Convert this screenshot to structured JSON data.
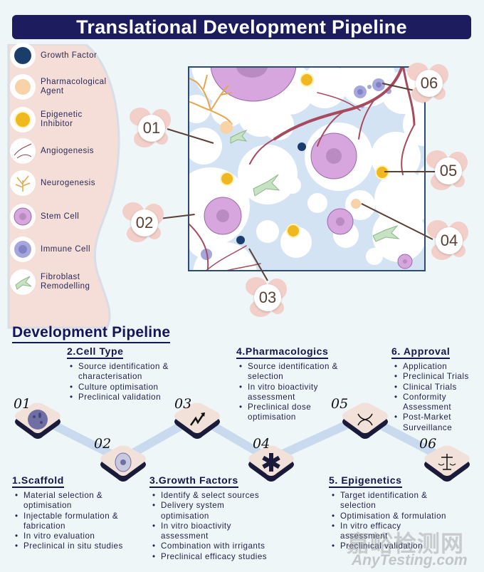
{
  "title": "Translational Development Pipeline",
  "legend": [
    {
      "label": "Growth Factor",
      "icon": "growth-factor-icon",
      "color": "#1b3d6b"
    },
    {
      "label": "Pharmacological Agent",
      "icon": "pharmacological-agent-icon",
      "color": "#f8d3a8"
    },
    {
      "label": "Epigenetic Inhibitor",
      "icon": "epigenetic-inhibitor-icon",
      "color": "#f0b820"
    },
    {
      "label": "Angiogenesis",
      "icon": "angiogenesis-icon",
      "color": "#8a3c50"
    },
    {
      "label": "Neurogenesis",
      "icon": "neurogenesis-icon",
      "color": "#e6a650"
    },
    {
      "label": "Stem Cell",
      "icon": "stem-cell-icon",
      "color": "#d7a6df"
    },
    {
      "label": "Immune Cell",
      "icon": "immune-cell-icon",
      "color": "#a4a6dc"
    },
    {
      "label": "Fibroblast Remodelling",
      "icon": "fibroblast-icon",
      "color": "#c6e2c2"
    }
  ],
  "callouts": [
    "01",
    "02",
    "03",
    "04",
    "05",
    "06"
  ],
  "pipeline": {
    "heading": "Development Pipeline",
    "stages": [
      {
        "num": "01",
        "title": "1.Scaffold",
        "icon": "scaffold-sphere-icon",
        "items": [
          "Material selection &",
          "optimisation",
          "Injectable formulation &",
          "fabrication",
          "In vitro evaluation",
          "Preclinical in situ studies"
        ],
        "bullets": [
          true,
          false,
          true,
          false,
          true,
          true
        ]
      },
      {
        "num": "02",
        "title": "2.Cell Type",
        "icon": "cell-icon",
        "items": [
          "Source identification &",
          "characterisation",
          "Culture optimisation",
          "Preclinical validation"
        ],
        "bullets": [
          true,
          false,
          true,
          true
        ]
      },
      {
        "num": "03",
        "title": "3.Growth Factors",
        "icon": "trend-up-arrow-icon",
        "items": [
          "Identify & select sources",
          "Delivery system",
          "optimisation",
          "In vitro bioactivity",
          "assessment",
          "Combination with irrigants",
          "Preclinical efficacy studies"
        ],
        "bullets": [
          true,
          true,
          false,
          true,
          false,
          true,
          true
        ]
      },
      {
        "num": "04",
        "title": "4.Pharmacologics",
        "icon": "medical-star-of-life-icon",
        "items": [
          "Source identification &",
          "selection",
          "In vitro bioactivity",
          "assessment",
          "Preclinical dose",
          "optimisation"
        ],
        "bullets": [
          true,
          false,
          true,
          false,
          true,
          false
        ]
      },
      {
        "num": "05",
        "title": "5. Epigenetics",
        "icon": "dna-helix-icon",
        "items": [
          "Target identification &",
          "selection",
          "Optimisation & formulation",
          "In vitro efficacy",
          "assessment",
          "Preclinical validation"
        ],
        "bullets": [
          true,
          false,
          true,
          true,
          false,
          true
        ]
      },
      {
        "num": "06",
        "title": "6. Approval",
        "icon": "balance-scale-icon",
        "items": [
          "Application",
          "Preclinical Trials",
          "Clinical Trials",
          "Conformity",
          "Assessment",
          "Post-Market",
          "Surveillance"
        ],
        "bullets": [
          true,
          true,
          true,
          true,
          false,
          true,
          false
        ]
      }
    ]
  },
  "watermark": {
    "cn": "嘉峪检测网",
    "en": "AnyTesting.com"
  }
}
